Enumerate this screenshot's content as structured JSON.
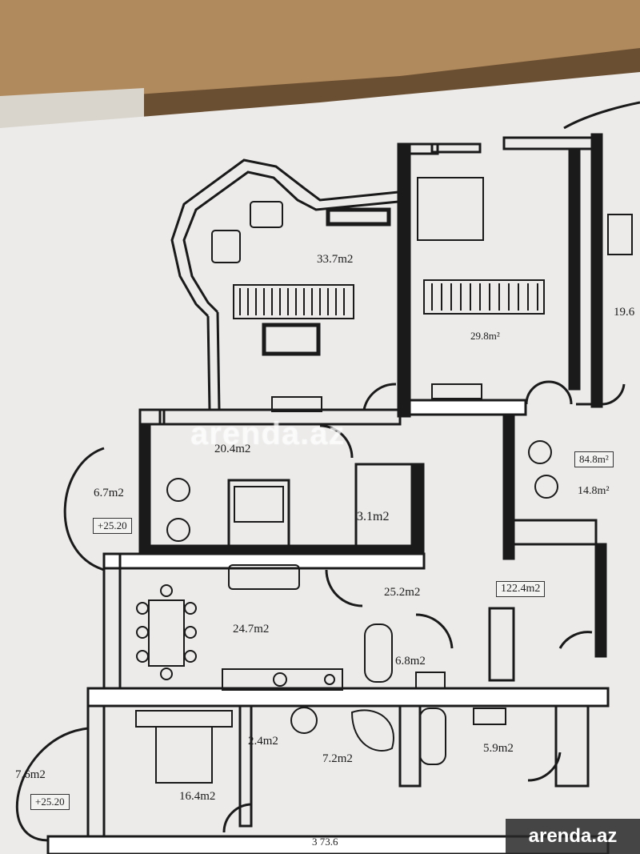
{
  "rooms": [
    {
      "id": "r1",
      "label": "33.7m2"
    },
    {
      "id": "r2",
      "label": "29.8m²"
    },
    {
      "id": "r3",
      "label": "19.6"
    },
    {
      "id": "r4",
      "label": "20.4m2"
    },
    {
      "id": "r5",
      "label": "6.7m2"
    },
    {
      "id": "r6",
      "label": "3.1m2"
    },
    {
      "id": "r7",
      "label": "14.8m²"
    },
    {
      "id": "r8",
      "label": "25.2m2"
    },
    {
      "id": "r9",
      "label": "24.7m2"
    },
    {
      "id": "r10",
      "label": "6.8m2"
    },
    {
      "id": "r11",
      "label": "2.4m2"
    },
    {
      "id": "r12",
      "label": "7.2m2"
    },
    {
      "id": "r13",
      "label": "5.9m2"
    },
    {
      "id": "r14",
      "label": "7.6m2"
    },
    {
      "id": "r15",
      "label": "16.4m2"
    }
  ],
  "totals": [
    {
      "id": "t1",
      "label": "84.8m²"
    },
    {
      "id": "t2",
      "label": "122.4m2"
    },
    {
      "id": "t3",
      "label": "+25.20"
    },
    {
      "id": "t4",
      "label": "+25.20"
    }
  ],
  "bottom_label": "3  73.6",
  "watermark": {
    "center": "arenda.az",
    "corner": "arenda.az"
  },
  "colors": {
    "paper": "#ecebea",
    "wall": "#1a1a1a",
    "table": "#6b4f33",
    "ink": "#1c1c1c"
  }
}
